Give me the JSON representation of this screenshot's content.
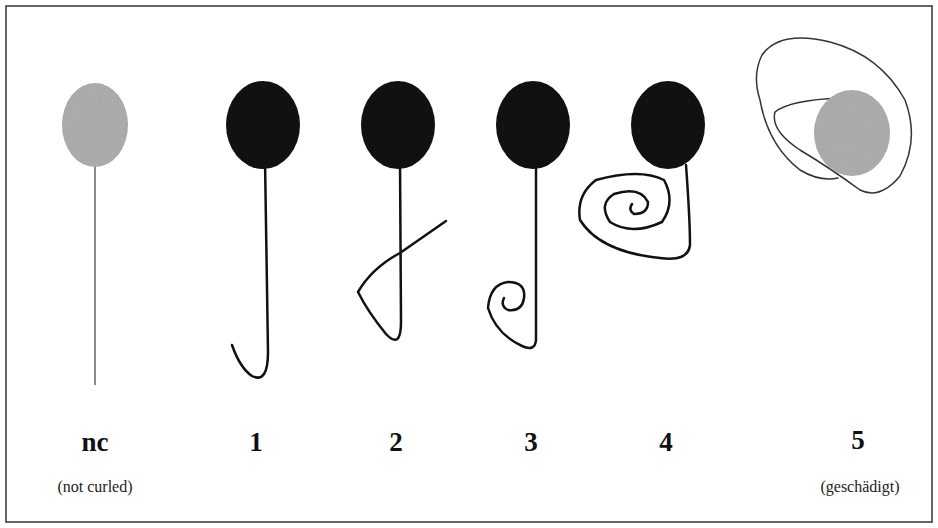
{
  "diagram": {
    "labels": [
      "nc",
      "(not curled)",
      "1",
      "2",
      "3",
      "4",
      "5",
      "(geschädigt)"
    ]
  }
}
